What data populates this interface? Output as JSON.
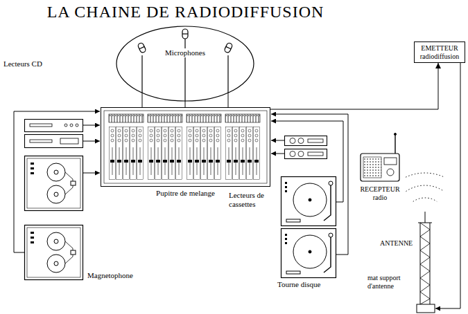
{
  "diagram": {
    "title": "LA CHAINE DE RADIODIFFUSION",
    "nodes": [
      {
        "text": [
          "Microphones"
        ]
      },
      {
        "text": [
          "EMETTEUR radiodiffusion"
        ]
      },
      {
        "text": [
          "Pupitre de melange"
        ]
      }
    ],
    "edges": [
      {
        "from": 0,
        "to": 2,
        "arrow": "none"
      },
      {
        "from": 0,
        "to": 2,
        "arrow": "none"
      },
      {
        "from": 0,
        "to": 2,
        "arrow": "none"
      },
      {
        "from": 2,
        "to": 1,
        "arrow": "to"
      }
    ],
    "labels": [
      "Lecteurs CD",
      "Lecteurs de cassettes",
      "RECEPTEUR radio",
      "ANTENNE",
      "mat support d'antenne",
      "Magnetophone",
      "Tourne disque"
    ]
  }
}
